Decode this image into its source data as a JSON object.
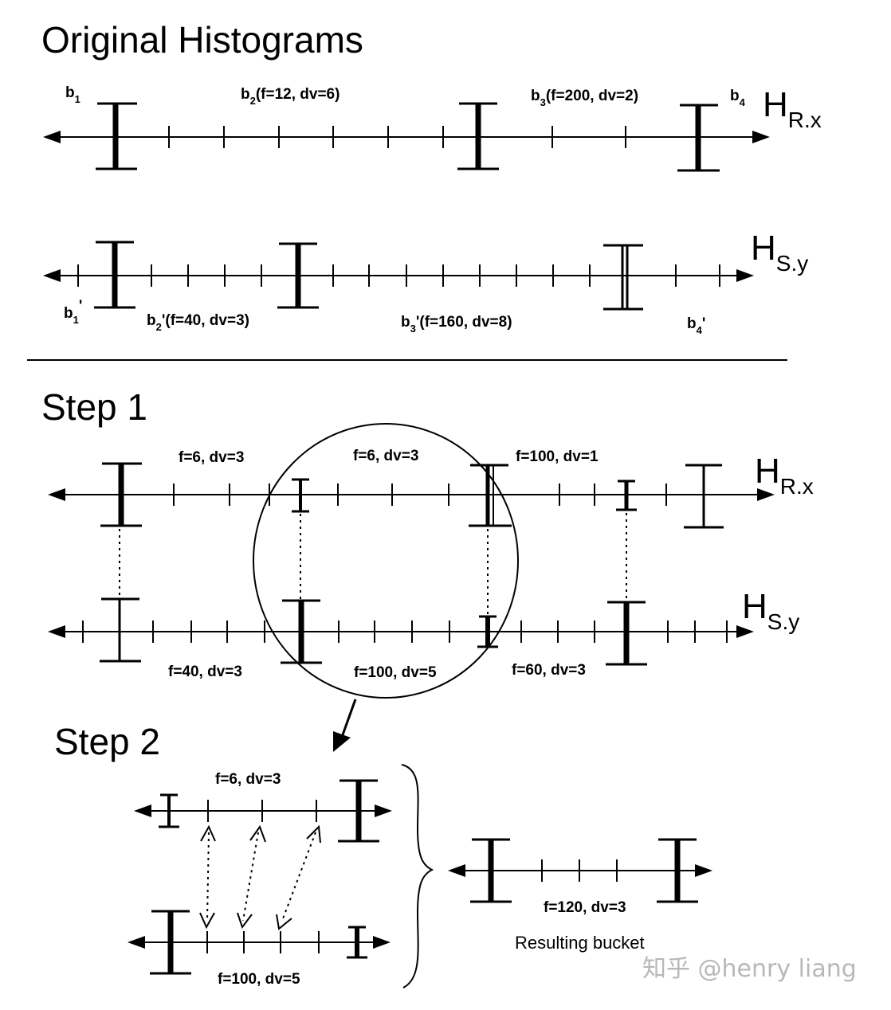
{
  "sections": {
    "original_title": "Original Histograms",
    "step1_title": "Step 1",
    "step2_title": "Step 2"
  },
  "original": {
    "rx": {
      "b1": "b",
      "b1_sub": "1",
      "b2": "b",
      "b2_sub": "2",
      "b2_rest": "(f=12, dv=6)",
      "b3": "b",
      "b3_sub": "3",
      "b3_rest": "(f=200, dv=2)",
      "b4": "b",
      "b4_sub": "4",
      "name_main": "H",
      "name_sub": "R.x"
    },
    "sy": {
      "b1": "b",
      "b1_sub": "1",
      "b1_prime": "'",
      "b2": "b",
      "b2_sub": "2",
      "b2_rest": "'(f=40, dv=3)",
      "b3": "b",
      "b3_sub": "3",
      "b3_rest": "'(f=160, dv=8)",
      "b4": "b",
      "b4_sub": "4",
      "b4_prime": "'",
      "name_main": "H",
      "name_sub": "S.y"
    }
  },
  "step1": {
    "rx_labels": [
      "f=6, dv=3",
      "f=6, dv=3",
      "f=100, dv=1"
    ],
    "sy_labels": [
      "f=40, dv=3",
      "f=100, dv=5",
      "f=60, dv=3"
    ],
    "rx_name_main": "H",
    "rx_name_sub": "R.x",
    "sy_name_main": "H",
    "sy_name_sub": "S.y"
  },
  "step2": {
    "top_label": "f=6, dv=3",
    "bottom_label": "f=100, dv=5",
    "result_label": "f=120, dv=3",
    "result_caption": "Resulting bucket"
  },
  "watermark": "知乎 @henry liang"
}
